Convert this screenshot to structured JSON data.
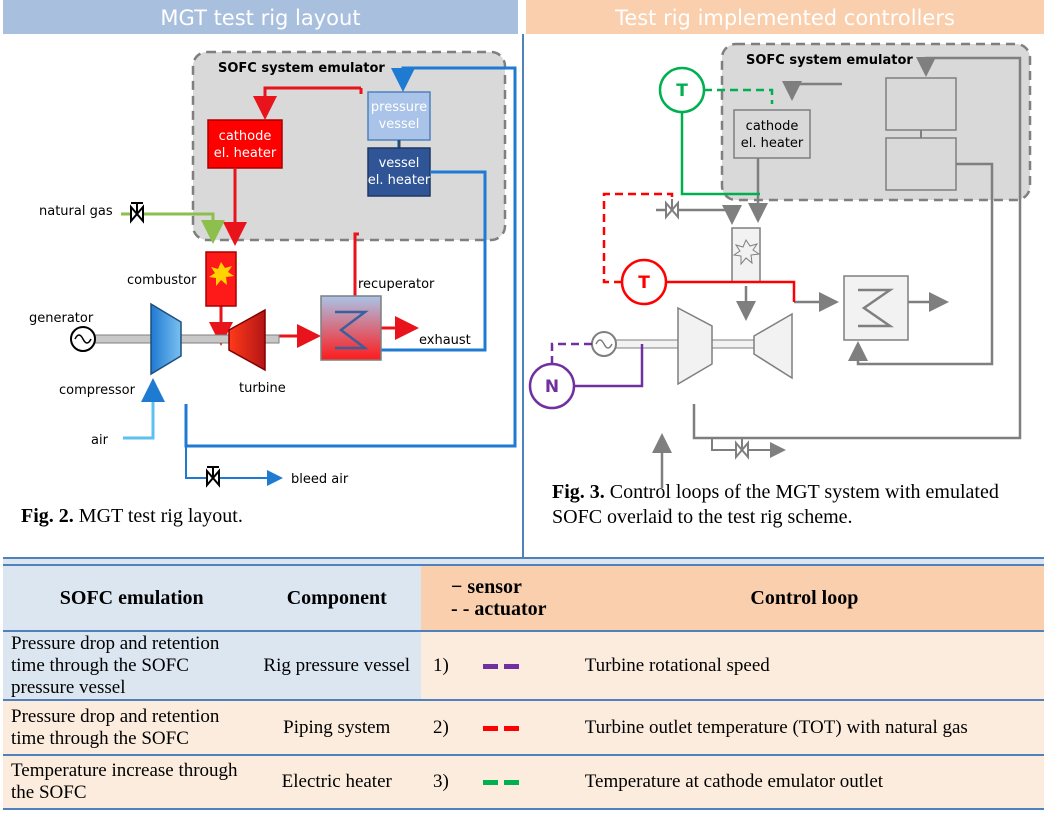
{
  "headers": {
    "left": "MGT test rig layout",
    "right": "Test rig implemented controllers"
  },
  "fig2": {
    "emulator_label": "SOFC system emulator",
    "cathode_heater": [
      "cathode",
      "el. heater"
    ],
    "pressure_vessel": [
      "pressure",
      "vessel"
    ],
    "vessel_heater": [
      "vessel",
      "el. heater"
    ],
    "natural_gas": "natural gas",
    "combustor": "combustor",
    "recuperator": "recuperator",
    "exhaust": "exhaust",
    "generator": "generator",
    "compressor": "compressor",
    "turbine": "turbine",
    "air": "air",
    "bleed_air": "bleed air",
    "caption_bold": "Fig. 2.",
    "caption_text": " MGT test rig layout."
  },
  "fig3": {
    "emulator_label": "SOFC system emulator",
    "cathode_heater": [
      "cathode",
      "el. heater"
    ],
    "sensor_T": "T",
    "sensor_N": "N",
    "caption_bold": "Fig. 3.",
    "caption_text": " Control loops of the MGT system with emulated SOFC overlaid to the test rig scheme."
  },
  "table": {
    "headers": {
      "emulation": "SOFC emulation",
      "component": "Component",
      "legend_sensor": "− sensor",
      "legend_actuator": "- - actuator",
      "control_loop": "Control loop"
    },
    "rows": [
      {
        "emulation": "Pressure drop and retention time through the SOFC pressure vessel",
        "component": "Rig pressure vessel",
        "num": "1)",
        "color": "#7030a0",
        "loop": "Turbine rotational speed"
      },
      {
        "emulation": "Pressure drop and retention time through the SOFC",
        "component": "Piping system",
        "num": "2)",
        "color": "#ff0000",
        "loop": "Turbine outlet temperature (TOT) with natural gas"
      },
      {
        "emulation": "Temperature increase through the SOFC",
        "component": "Electric heater",
        "num": "3)",
        "color": "#00b050",
        "loop": "Temperature at cathode emulator outlet"
      }
    ]
  },
  "colors": {
    "border": "#4f81bd",
    "header_blue": "#a9bfde",
    "header_orange": "#f9cfae",
    "hot": "#ff0000",
    "cold": "#1f7ad2",
    "gas": "#8dbf4d",
    "control_purple": "#7030a0",
    "control_green": "#00b050"
  }
}
